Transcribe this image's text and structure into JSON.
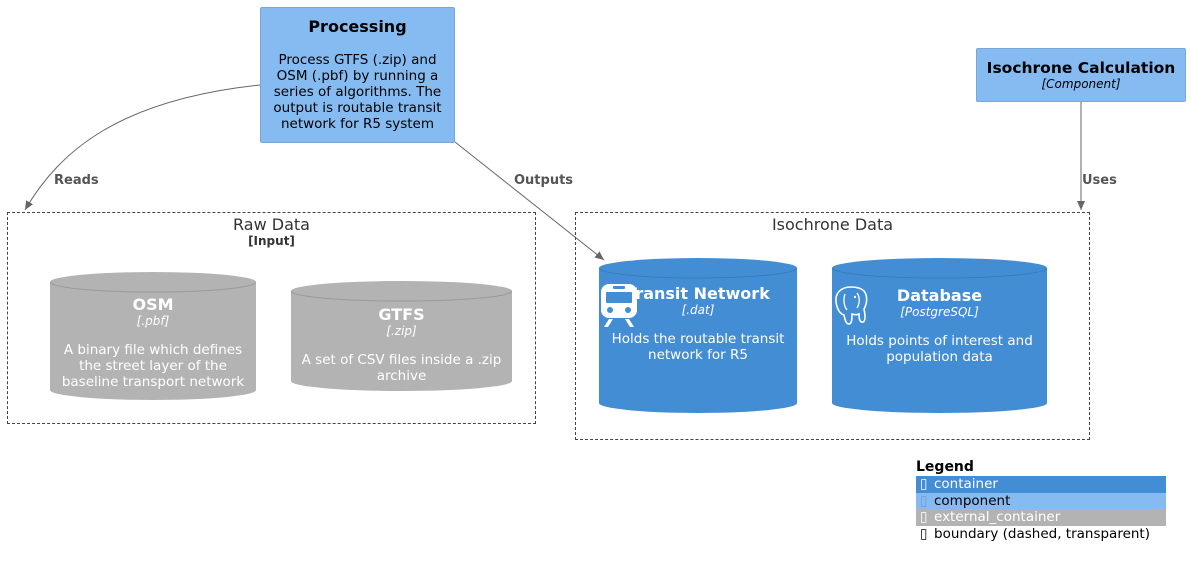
{
  "nodes": {
    "processing": {
      "title": "Processing",
      "description_lines": [
        "Process GTFS (.zip) and",
        "OSM (.pbf) by running a",
        "series of algorithms. The",
        "output is routable transit",
        "network for R5 system"
      ]
    },
    "isochrone_calc": {
      "title": "Isochrone Calculation",
      "technology": "[Component]"
    },
    "osm": {
      "title": "OSM",
      "technology": "[.pbf]",
      "description_lines": [
        "A binary file which defines",
        "the street layer of the",
        "baseline transport network"
      ]
    },
    "gtfs": {
      "title": "GTFS",
      "technology": "[.zip]",
      "description_lines": [
        "A set of CSV files inside a .zip",
        "archive"
      ]
    },
    "transit_network": {
      "title": "Transit Network",
      "technology": "[.dat]",
      "description_lines": [
        "Holds the routable transit",
        "network for R5"
      ],
      "icon": "train-icon"
    },
    "database": {
      "title": "Database",
      "technology": "[PostgreSQL]",
      "description_lines": [
        "Holds points of interest and",
        "population data"
      ],
      "icon": "postgresql-elephant-icon"
    }
  },
  "boundaries": {
    "raw_data": {
      "title": "Raw Data",
      "subtitle": "[Input]"
    },
    "isochrone_data": {
      "title": "Isochrone Data"
    }
  },
  "relations": {
    "reads": "Reads",
    "outputs": "Outputs",
    "uses": "Uses"
  },
  "legend": {
    "title": "Legend",
    "items": [
      {
        "label": "container",
        "color": "#438dd5"
      },
      {
        "label": "component",
        "color": "#85bbf0"
      },
      {
        "label": "external_container",
        "color": "#b3b3b3"
      },
      {
        "label": "boundary (dashed, transparent)",
        "color": "#ffffff"
      }
    ]
  },
  "colors": {
    "container": "#438dd5",
    "component": "#85bbf0",
    "external_container": "#b3b3b3",
    "arrow": "#666666"
  }
}
